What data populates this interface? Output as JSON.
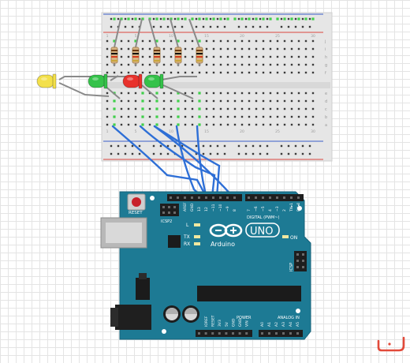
{
  "board": {
    "reset_label": "RESET",
    "icsp2_label": "ICSP2",
    "icsp_label": "ICSP",
    "l_label": "L",
    "tx_label": "TX",
    "rx_label": "RX",
    "on_label": "ON",
    "logo_text": "UNO",
    "brand_text": "Arduino",
    "digital_label": "DIGITAL (PWM~)",
    "power_label": "POWER",
    "analog_label": "ANALOG IN",
    "top_pin_labels": [
      "AREF",
      "GND",
      "13",
      "12",
      "~11",
      "~10",
      "~9",
      "8",
      "7",
      "~6",
      "~5",
      "4",
      "~3",
      "2",
      "TX▸1",
      "RX◂0"
    ],
    "power_pin_labels": [
      "IOREF",
      "RESET",
      "3V3",
      "5V",
      "GND",
      "GND",
      "VIN"
    ],
    "analog_pin_labels": [
      "A0",
      "A1",
      "A2",
      "A3",
      "A4",
      "A5"
    ]
  },
  "breadboard": {
    "col_numbers": [
      "1",
      "5",
      "10",
      "15",
      "20",
      "25",
      "30"
    ],
    "row_letters_top": [
      "j",
      "i",
      "h",
      "g",
      "f"
    ],
    "row_letters_bottom": [
      "e",
      "d",
      "c",
      "b",
      "a"
    ]
  },
  "leds": [
    {
      "color": "#f3e04a"
    },
    {
      "color": "#35c24a"
    },
    {
      "color": "#e8322c"
    },
    {
      "color": "#35c24a"
    }
  ],
  "colors": {
    "board": "#1d7a94",
    "wire_blue": "#2e6fd6",
    "wire_grey": "#8a8a8a",
    "breadboard": "#e8e8e8",
    "rail_red": "#d9463f",
    "rail_blue": "#3b5fc9",
    "watermark": "#e24a3a"
  }
}
